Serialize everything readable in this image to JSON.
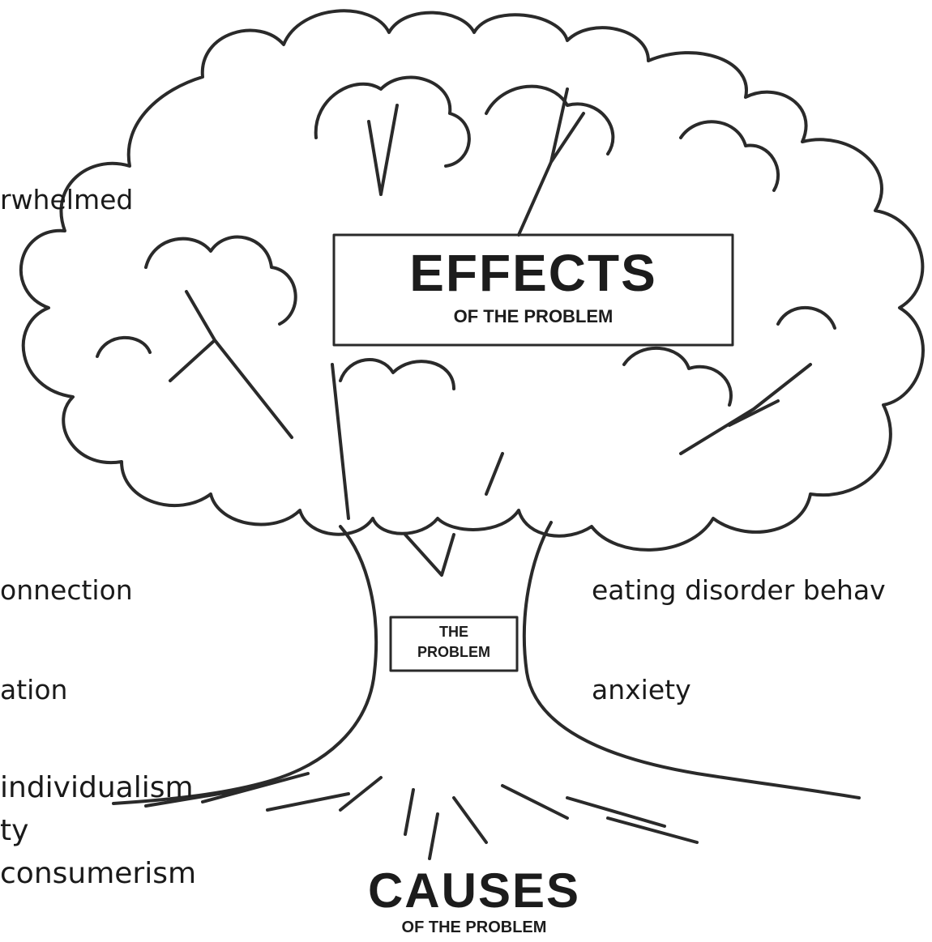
{
  "labels": {
    "effects_title": "EFFECTS",
    "effects_subtitle": "OF THE PROBLEM",
    "problem_box_line1": "THE",
    "problem_box_line2": "PROBLEM",
    "causes_title": "CAUSES",
    "causes_subtitle": "OF THE PROBLEM"
  },
  "effects_left": [
    "rwhelmed",
    "onnection",
    "ation"
  ],
  "effects_right": [
    "eating disorder behav",
    "anxiety"
  ],
  "causes": [
    "individualism",
    "ty",
    "consumerism"
  ],
  "colors": {
    "ink": "#1a1a1a",
    "background": "#ffffff"
  }
}
